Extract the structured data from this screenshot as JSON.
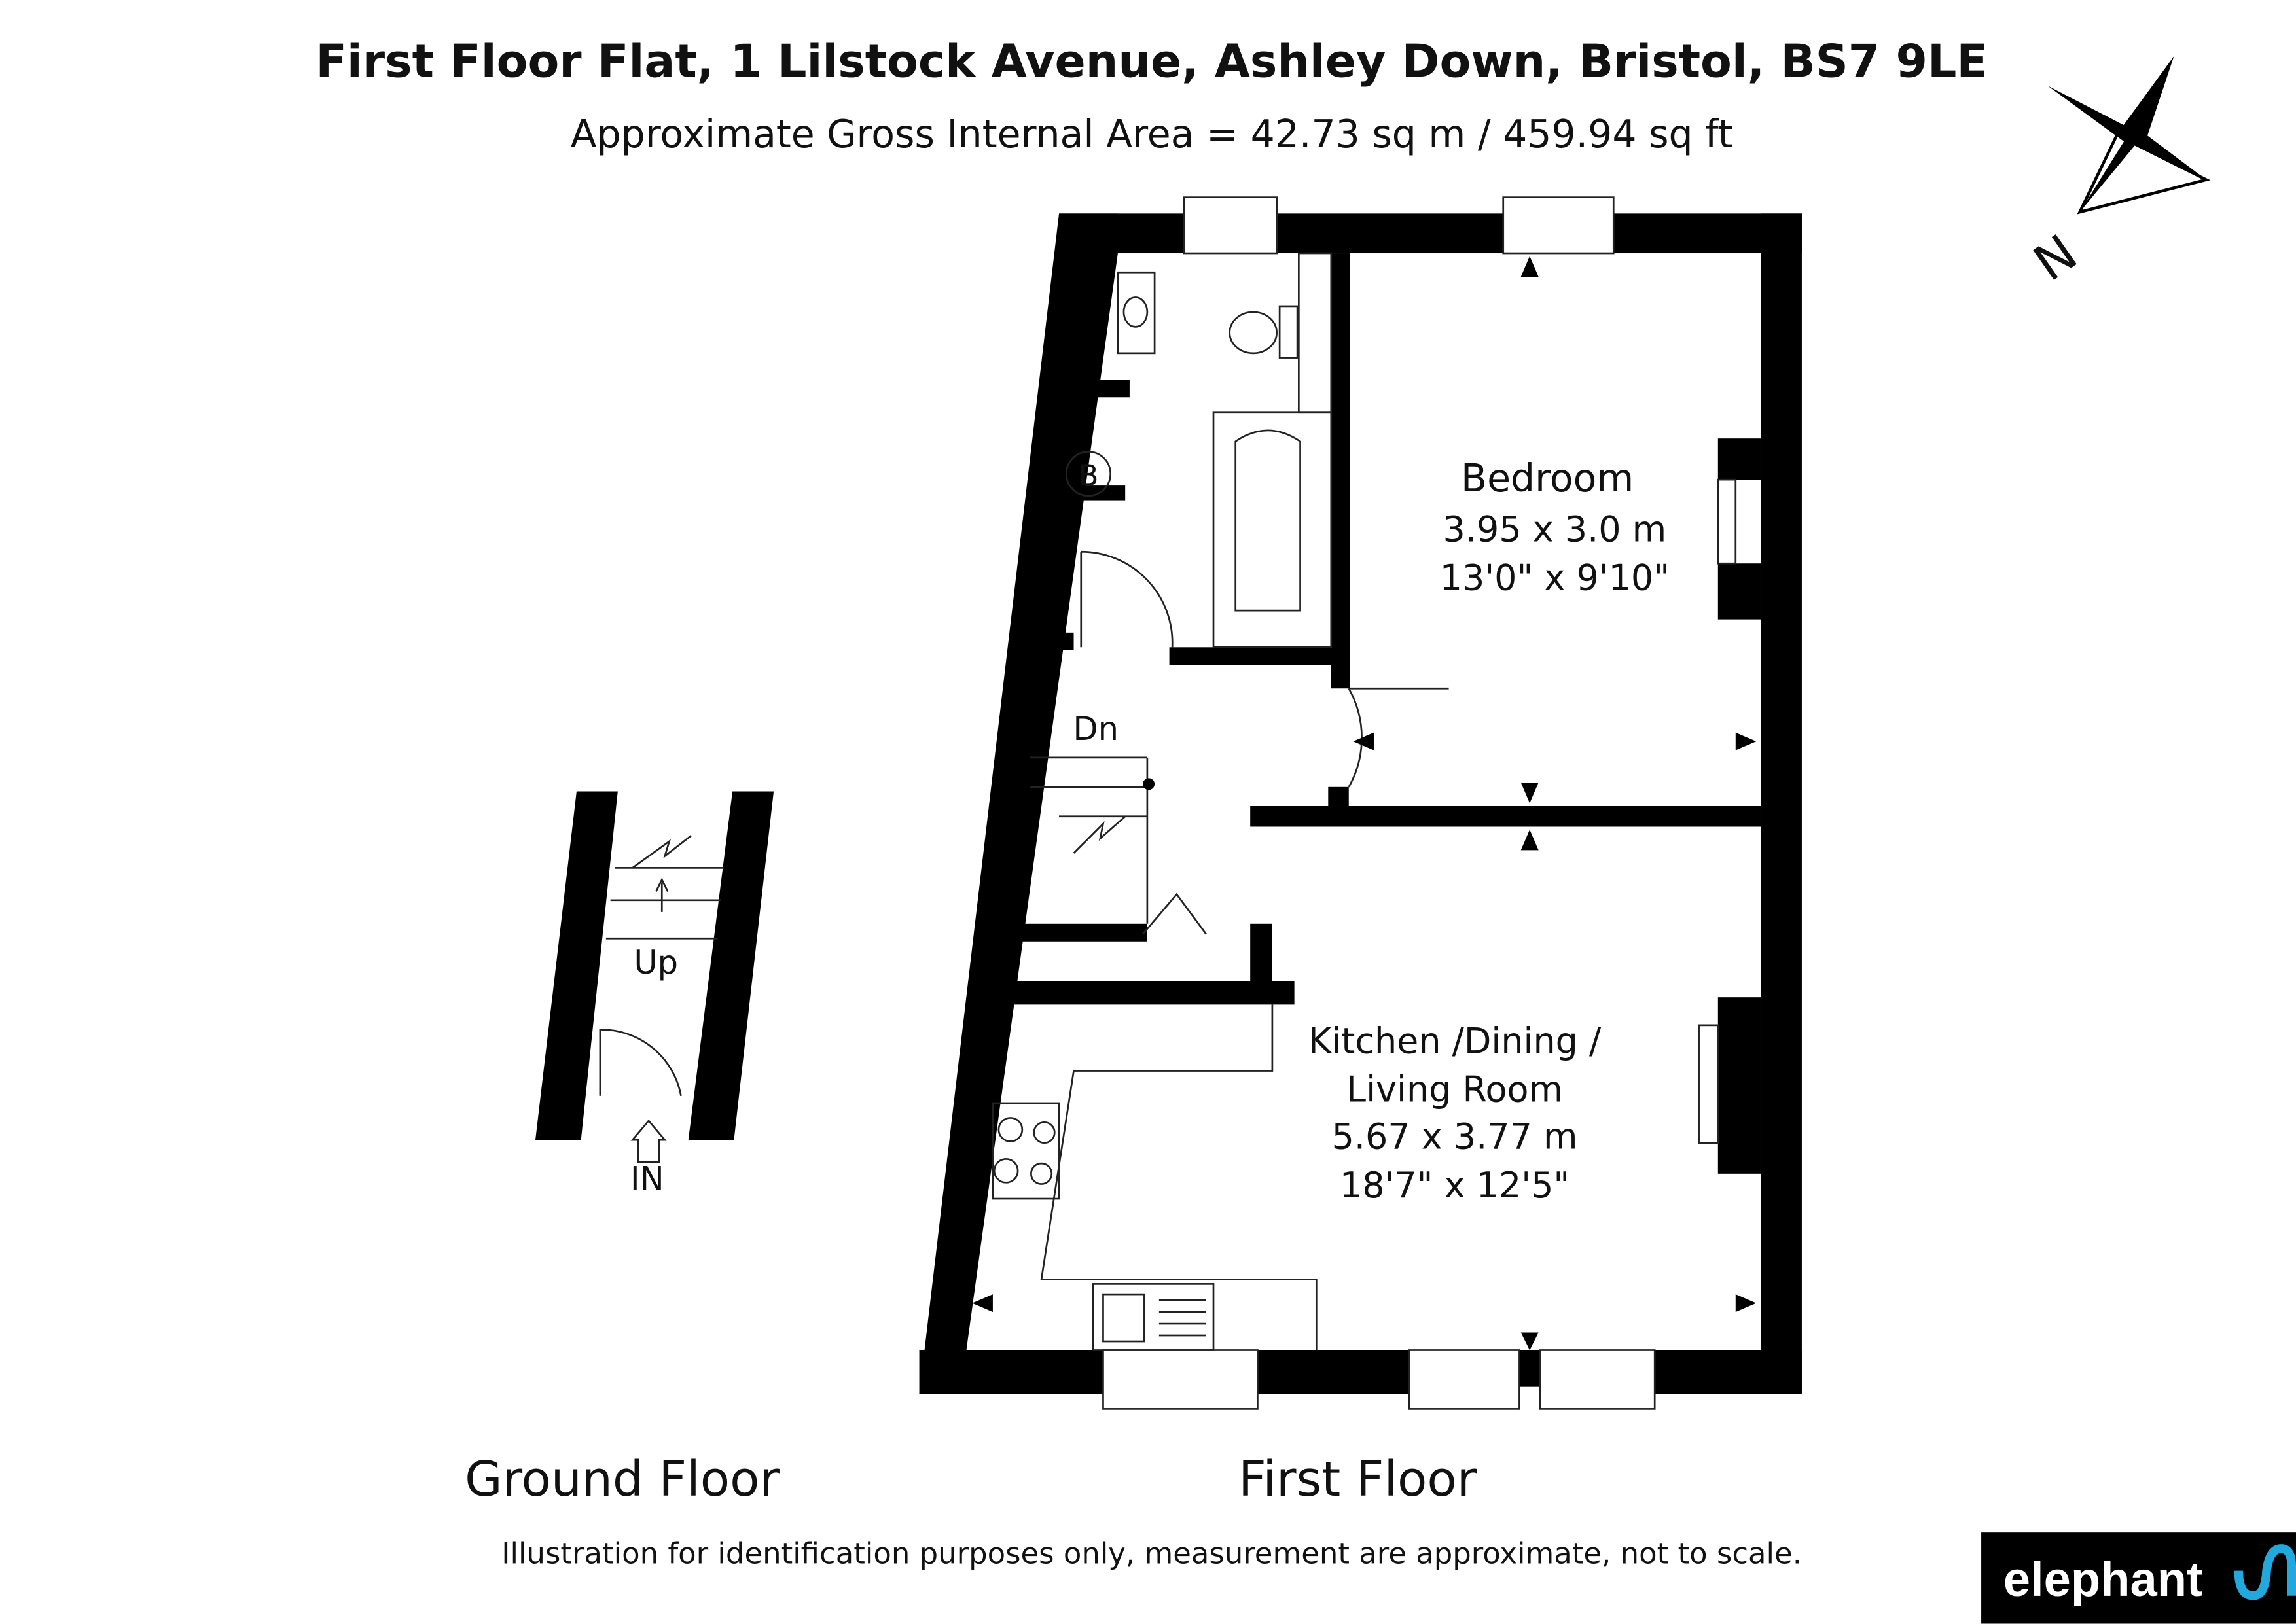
{
  "title": "First Floor Flat, 1 Lilstock Avenue, Ashley Down, Bristol, BS7 9LE",
  "subtitle": "Approximate Gross Internal Area = 42.73 sq m / 459.94 sq ft",
  "compass": {
    "label": "N"
  },
  "rooms": {
    "bedroom": {
      "name": "Bedroom",
      "metric": "3.95 x 3.0 m",
      "imperial": "13'0\" x 9'10\""
    },
    "kitchen": {
      "name1": "Kitchen /Dining /",
      "name2": "Living Room",
      "metric": "5.67 x 3.77 m",
      "imperial": "18'7\" x 12'5\""
    },
    "boiler": "B",
    "stairs_down": "Dn",
    "stairs_up": "Up",
    "entrance": "IN"
  },
  "floors": {
    "ground": "Ground Floor",
    "first": "First Floor"
  },
  "disclaimer": "Illustration for identification purposes only, measurement are approximate, not to scale.",
  "logo": {
    "text": "elephant",
    "accent": "#22a8dc"
  }
}
